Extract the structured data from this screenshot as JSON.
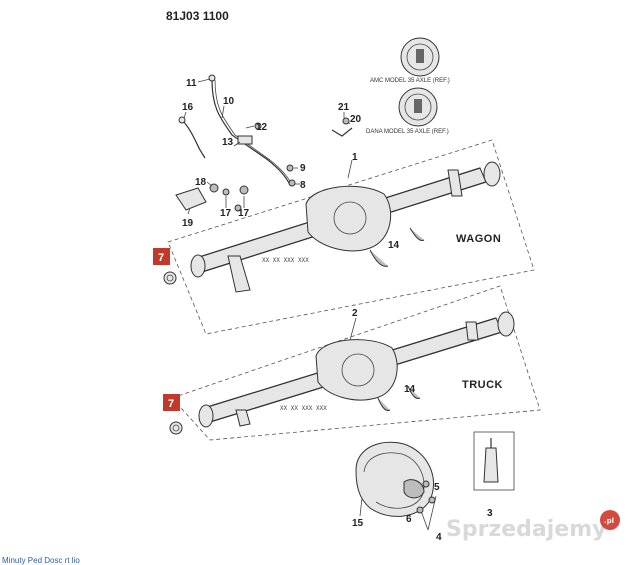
{
  "diagram": {
    "code": "81J03 1100",
    "callouts": {
      "n1": "1",
      "n2": "2",
      "n3": "3",
      "n4": "4",
      "n5": "5",
      "n6": "6",
      "n7a": "7",
      "n7b": "7",
      "n8": "8",
      "n9": "9",
      "n10": "10",
      "n11": "11",
      "n12": "12",
      "n13": "13",
      "n14a": "14",
      "n14b": "14",
      "n15": "15",
      "n16": "16",
      "n17a": "17",
      "n17b": "17",
      "n18": "18",
      "n19": "19",
      "n20": "20",
      "n21": "21"
    },
    "ref_amc": "AMC MODEL 35 AXLE (REF.)",
    "ref_dana": "DANA MODEL 35 AXLE (REF.)",
    "label_wagon": "WAGON",
    "label_truck": "TRUCK",
    "xx_code": "XX XX XXX XXX",
    "highlight_color": "#c0392b"
  },
  "watermark": {
    "text": "Sprzedajemy",
    "badge": ".pl"
  },
  "caption": "Minuty Ped Dosc rt lio"
}
